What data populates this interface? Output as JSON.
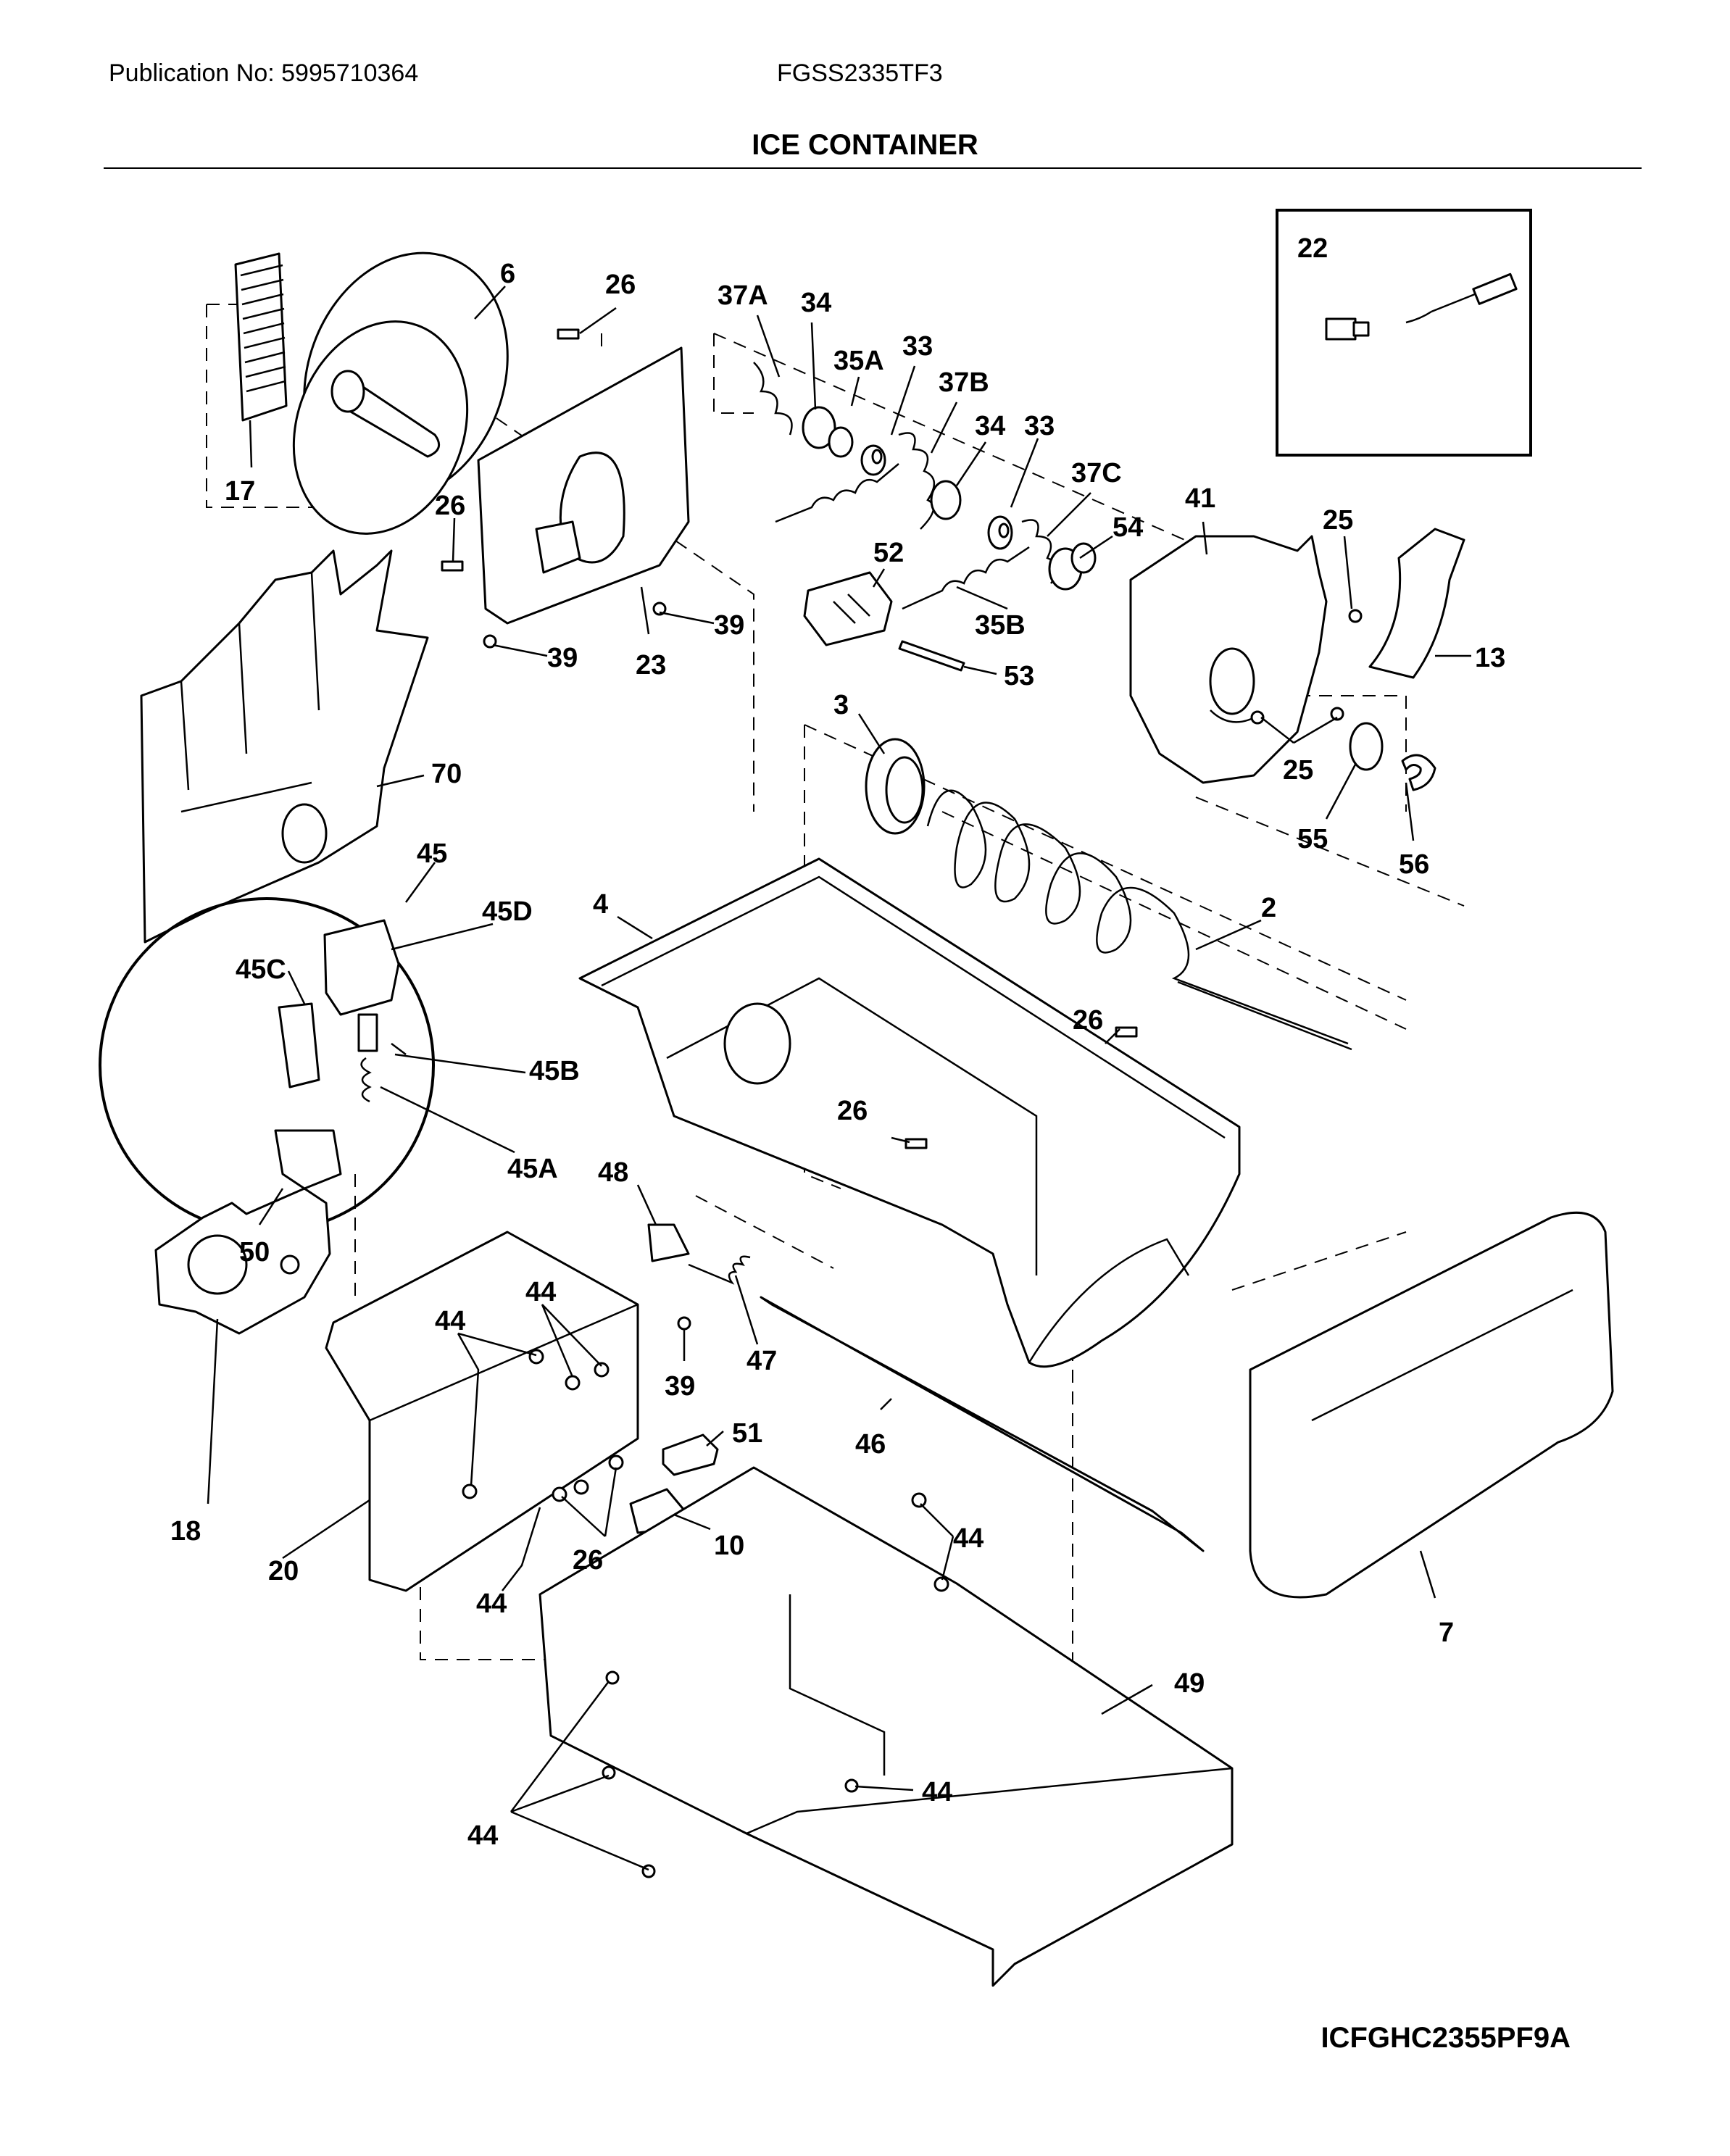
{
  "header": {
    "publication": "Publication No: 5995710364",
    "model": "FGSS2335TF3",
    "title": "ICE CONTAINER"
  },
  "footer": {
    "drawing_code": "ICFGHC2355PF9A"
  },
  "callouts": [
    {
      "id": "22",
      "label": "22"
    },
    {
      "id": "6",
      "label": "6"
    },
    {
      "id": "26",
      "label": "26"
    },
    {
      "id": "37A",
      "label": "37A"
    },
    {
      "id": "34",
      "label": "34"
    },
    {
      "id": "35A",
      "label": "35A"
    },
    {
      "id": "33",
      "label": "33"
    },
    {
      "id": "37B",
      "label": "37B"
    },
    {
      "id": "34b",
      "label": "34"
    },
    {
      "id": "33b",
      "label": "33"
    },
    {
      "id": "37C",
      "label": "37C"
    },
    {
      "id": "17",
      "label": "17"
    },
    {
      "id": "26b",
      "label": "26"
    },
    {
      "id": "41",
      "label": "41"
    },
    {
      "id": "25",
      "label": "25"
    },
    {
      "id": "54",
      "label": "54"
    },
    {
      "id": "52",
      "label": "52"
    },
    {
      "id": "13",
      "label": "13"
    },
    {
      "id": "39",
      "label": "39"
    },
    {
      "id": "39b",
      "label": "39"
    },
    {
      "id": "23",
      "label": "23"
    },
    {
      "id": "35B",
      "label": "35B"
    },
    {
      "id": "53",
      "label": "53"
    },
    {
      "id": "3",
      "label": "3"
    },
    {
      "id": "25b",
      "label": "25"
    },
    {
      "id": "70",
      "label": "70"
    },
    {
      "id": "55",
      "label": "55"
    },
    {
      "id": "56",
      "label": "56"
    },
    {
      "id": "45",
      "label": "45"
    },
    {
      "id": "4",
      "label": "4"
    },
    {
      "id": "45D",
      "label": "45D"
    },
    {
      "id": "2",
      "label": "2"
    },
    {
      "id": "45C",
      "label": "45C"
    },
    {
      "id": "26c",
      "label": "26"
    },
    {
      "id": "45B",
      "label": "45B"
    },
    {
      "id": "26d",
      "label": "26"
    },
    {
      "id": "48",
      "label": "48"
    },
    {
      "id": "45A",
      "label": "45A"
    },
    {
      "id": "50",
      "label": "50"
    },
    {
      "id": "44",
      "label": "44"
    },
    {
      "id": "44b",
      "label": "44"
    },
    {
      "id": "47",
      "label": "47"
    },
    {
      "id": "39c",
      "label": "39"
    },
    {
      "id": "51",
      "label": "51"
    },
    {
      "id": "46",
      "label": "46"
    },
    {
      "id": "18",
      "label": "18"
    },
    {
      "id": "10",
      "label": "10"
    },
    {
      "id": "44c",
      "label": "44"
    },
    {
      "id": "20",
      "label": "20"
    },
    {
      "id": "26e",
      "label": "26"
    },
    {
      "id": "44d",
      "label": "44"
    },
    {
      "id": "7",
      "label": "7"
    },
    {
      "id": "49",
      "label": "49"
    },
    {
      "id": "44e",
      "label": "44"
    },
    {
      "id": "44f",
      "label": "44"
    }
  ]
}
